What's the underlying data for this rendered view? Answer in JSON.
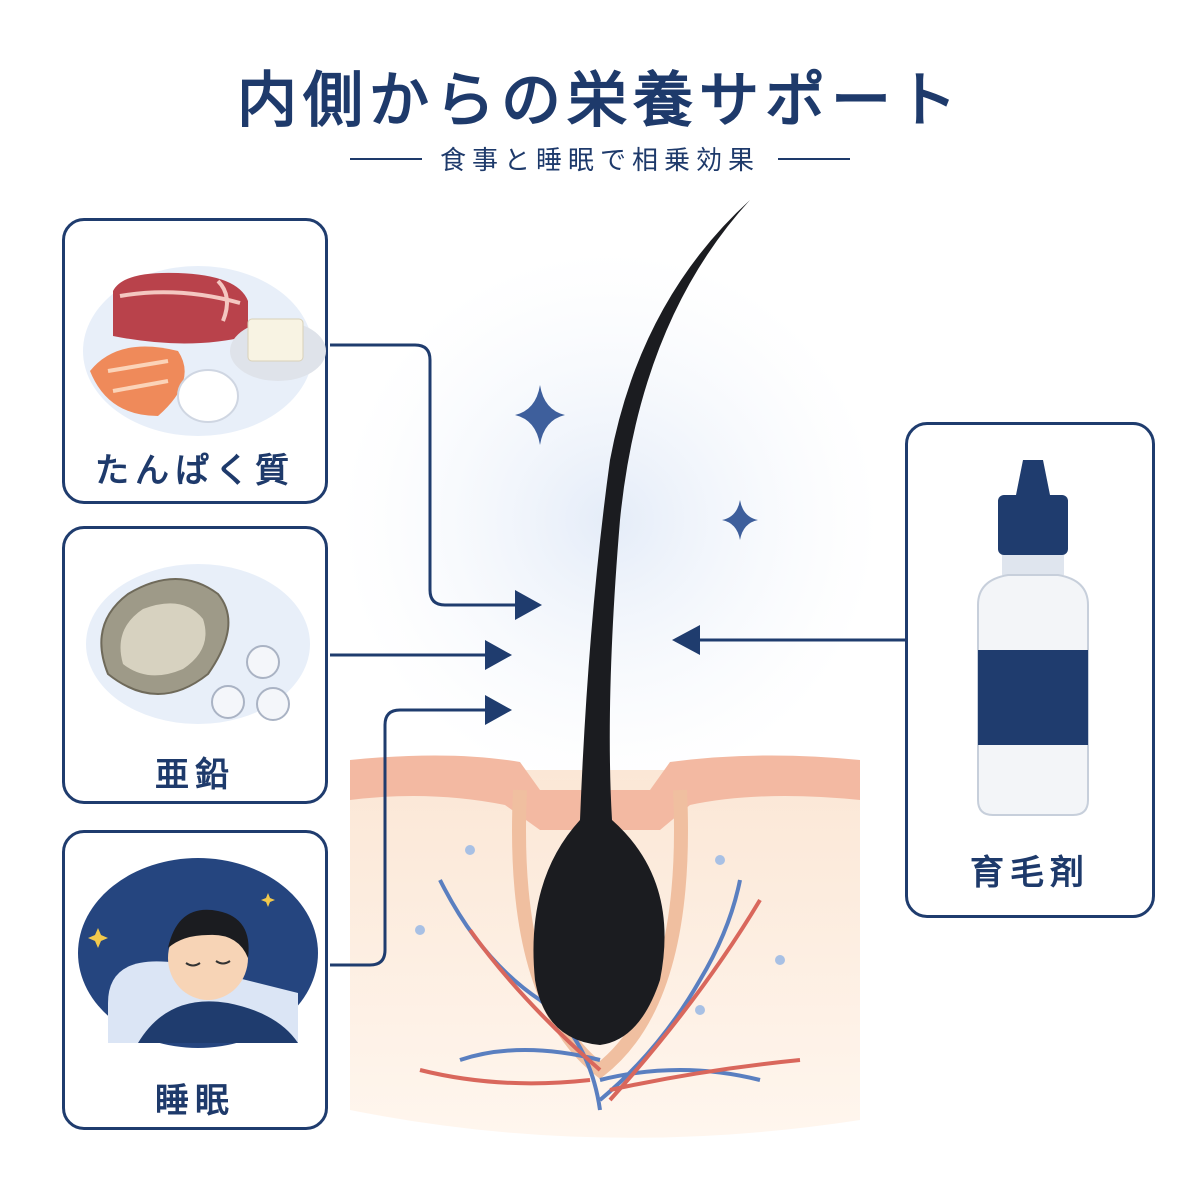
{
  "title": "内側からの栄養サポート",
  "subtitle": "食事と睡眠で相乗効果",
  "cards": {
    "protein": {
      "label": "たんぱく質",
      "icon": "protein-foods-icon"
    },
    "zinc": {
      "label": "亜鉛",
      "icon": "oyster-zinc-icon"
    },
    "sleep": {
      "label": "睡眠",
      "icon": "sleeping-man-icon"
    },
    "hair_tonic": {
      "label": "育毛剤",
      "icon": "tonic-bottle-icon"
    }
  },
  "colors": {
    "navy": "#1f3c6e",
    "skin": "#f7dcc6",
    "hair": "#1b1c20",
    "vein": "#5a7fc0",
    "artery": "#d9675c"
  }
}
